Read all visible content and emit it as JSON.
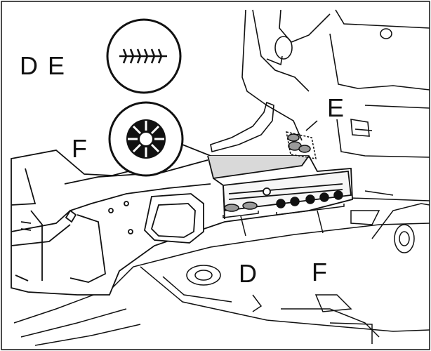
{
  "legend": {
    "de_label": "D E",
    "f_label": "F",
    "de_icon": "tree-clip-icon",
    "f_icon": "expanding-grommet-icon"
  },
  "callouts": {
    "e_label": "E",
    "d_label": "D",
    "f_label": "F"
  },
  "colors": {
    "line": "#111111",
    "highlight_fill": "#d9d9d9",
    "background": "#ffffff"
  }
}
